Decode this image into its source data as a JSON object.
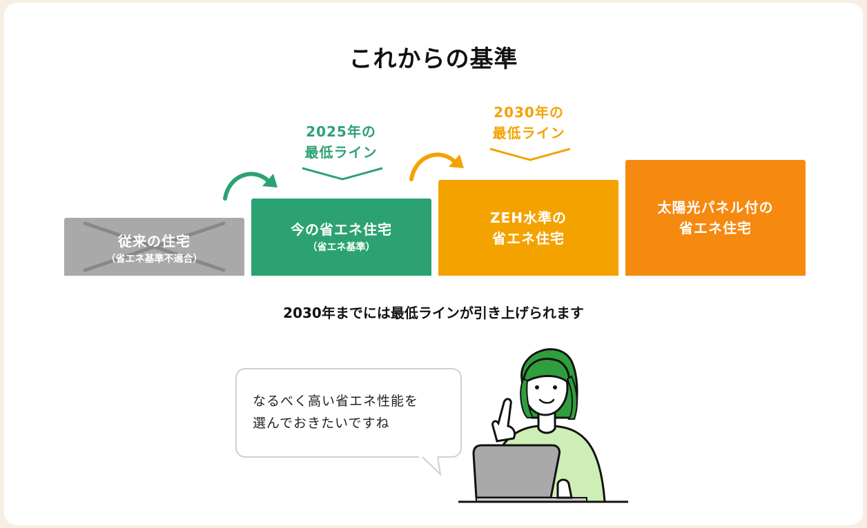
{
  "title": "これからの基準",
  "steps": [
    {
      "main": "従来の住宅",
      "sub": "（省エネ基準不適合）",
      "color": "#a9a9a9",
      "crossed_out": true
    },
    {
      "main": "今の省エネ住宅",
      "sub": "（省エネ基準）",
      "color": "#2ca272"
    },
    {
      "main_line1": "ZEH水準の",
      "main_line2": "省エネ住宅",
      "color": "#f3a200"
    },
    {
      "main_line1": "太陽光パネル付の",
      "main_line2": "省エネ住宅",
      "color": "#f6890f"
    }
  ],
  "lines": {
    "line_2025": {
      "line1": "2025年の",
      "line2": "最低ライン",
      "color": "#2ca272"
    },
    "line_2030": {
      "line1": "2030年の",
      "line2": "最低ライン",
      "color": "#f3a200"
    }
  },
  "caption": "2030年までには最低ラインが引き上げられます",
  "speech": {
    "line1": "なるべく高い省エネ性能を",
    "line2": "選んでおきたいですね"
  },
  "illustration": {
    "icon": "woman-with-laptop-icon",
    "hair_color": "#2f9e3c",
    "shirt_color": "#cdeeb5"
  }
}
